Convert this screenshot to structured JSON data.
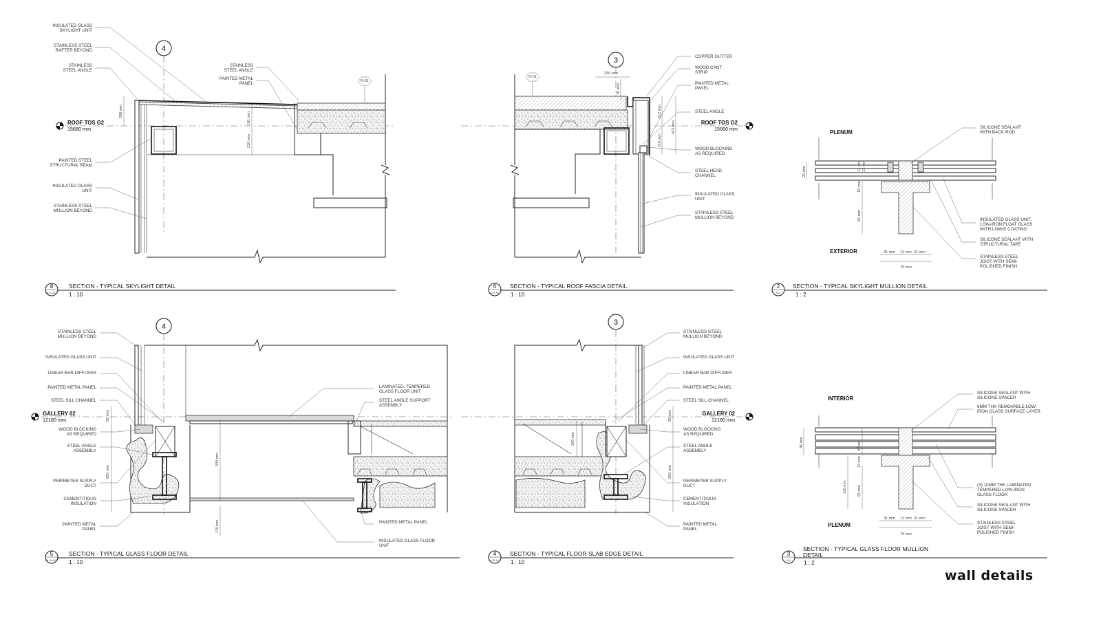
{
  "caption": "wall details",
  "levels": {
    "roof_name": "ROOF TOS G2",
    "roof_value": "15680 mm",
    "gallery_name": "GALLERY 02",
    "gallery_value": "12180 mm",
    "roof_tag": "R-01"
  },
  "grids": {
    "g4": "4",
    "g3": "3"
  },
  "details": {
    "skylight": {
      "number": "8",
      "sheet": "A1.01  A4.1",
      "title": "SECTION - TYPICAL SKYLIGHT DETAIL",
      "scale": "1 : 10"
    },
    "fascia": {
      "number": "6",
      "sheet": "A1.01  A4.1",
      "title": "SECTION - TYPICAL ROOF FASCIA DETAIL",
      "scale": "1 : 10"
    },
    "sk_mullion": {
      "number": "2",
      "sheet": "A4.1",
      "title": "SECTION - TYPICAL SKYLIGHT MULLION DETAIL",
      "scale": "1 : 2"
    },
    "glass_floor": {
      "number": "5",
      "sheet": "A1.01  A4.1",
      "title": "SECTION - TYPICAL GLASS FLOOR DETAIL",
      "scale": "1 : 10"
    },
    "slab_edge": {
      "number": "4",
      "sheet": "A1.01  A4.1",
      "title": "SECTION - TYPICAL FLOOR SLAB EDGE DETAIL",
      "scale": "1 : 10"
    },
    "gf_mullion": {
      "number": "3",
      "sheet": "A4.1",
      "title1": "SECTION - TYPICAL GLASS FLOOR MULLION",
      "title2": "DETAIL",
      "scale": "1 : 2"
    }
  },
  "zones": {
    "plenum": "PLENUM",
    "exterior": "EXTERIOR",
    "interior": "INTERIOR",
    "plenum2": "PLENUM"
  },
  "labels": {
    "skylight": [
      "INSULATED GLASS",
      "SKYLIGHT UNIT",
      "STAINLESS STEEL",
      "RAFTER BEYOND",
      "STAINLESS",
      "STEEL ANGLE",
      "PAINTED STEEL",
      "STRUCTURAL BEAM",
      "INSULATED GLASS",
      "UNIT",
      "STAINLESS STEEL",
      "MULLION BEYOND",
      "STAINLESS",
      "STEEL  ANGLE",
      "PAINTED METAL",
      "PANEL"
    ],
    "fascia": [
      "COPPER GUTTER",
      "WOOD CANT",
      "STRIP",
      "PAINTED METAL",
      "PANEL",
      "STEEL ANGLE",
      "WOOD BLOCKING",
      "AS REQUIRED",
      "STEEL  HEAD",
      "CHANNEL",
      "INSULATED GLASS",
      "UNIT",
      "STAINLESS STEEL",
      "MULLION BEYOND"
    ],
    "sk_mullion": [
      "SILICONE SEALANT",
      "WITH BACK-ROD",
      "INSULATED GLASS UNIT.",
      "LOW-IRON FLOAT GLASS",
      "WITH LOW-E COATING",
      "SILICONE SEALANT WITH",
      "STRUCTURAL TAPE",
      "STAINLESS STEEL",
      "JOIST WITH SEMI-",
      "POLISHED FINISH"
    ],
    "glass_floor_left": [
      "STAINLESS STEEL",
      "MULLION BEYOND",
      "INSULATED GLASS UNIT",
      "LINEAR BAR DIFFUSER",
      "PAINTED METAL PANEL",
      "STEEL  SILL CHANNEL",
      "WOOD BLOCKING",
      "AS REQUIRED",
      "STEEL ANGLE",
      "ASSEMBLY",
      "PERIMETER SUPPLY",
      "DUCT",
      "CEMENTITIOUS",
      "INSULATION",
      "PAINTED METAL",
      "PANEL"
    ],
    "glass_floor_right": [
      "LAMINATED, TEMPERED",
      "GLASS FLOOR UNIT",
      "STEEL ANGLE SUPPORT",
      "ASSEMBLY",
      "PAINTED METAL PANEL",
      "INSULATED GLASS FLOOR",
      "UNIT"
    ],
    "slab_edge": [
      "STAINLESS STEEL",
      "MULLION BEYOND",
      "INSULATED GLASS UNIT",
      "LINEAR BAR DIFFUSER",
      "PAINTED METAL PANEL",
      "STEEL  SILL CHANNEL",
      "WOOD BLOCKING",
      "AS REQUIRED",
      "STEEL ANGLE",
      "ASSEMBLY",
      "PERIMETER SUPPLY",
      "DUCT",
      "CEMENTITIOUS",
      "INSULATION",
      "PAINTED METAL",
      "PANEL"
    ],
    "gf_mullion": [
      "SILICONE SEALANT WITH",
      "SILICONE SPACER",
      "6MM THK REMOVABLE LOW-",
      "IRON GLASS SURFACE LAYER",
      "(3) 10MM THK LAMINATED",
      "TEMPERED LOW-IRON",
      "GLASS FLOOR",
      "SILICONE SEALANT WITH",
      "SILICONE SPACER",
      "STAINLESS STEEL",
      "JOIST WITH SEMI-",
      "POLISHED FINISH"
    ]
  },
  "dims": {
    "sk": [
      "206 mm",
      "181 mm",
      "210 mm"
    ],
    "fa": [
      "250 mm",
      "70 mm",
      "212 mm",
      "210 mm",
      "422 mm"
    ],
    "skm": [
      "25 mm",
      "13 mm",
      "13 mm",
      "18 mm",
      "66 mm",
      "31 mm",
      "13 mm",
      "31 mm",
      "75 mm"
    ],
    "gf": [
      "50 mm",
      "650 mm",
      "590 mm",
      "110 mm"
    ],
    "se": [
      "290 mm",
      "50 mm",
      "650 mm"
    ],
    "gfm": [
      "36 mm",
      "42 mm",
      "13 mm",
      "110 mm",
      "55 mm",
      "31 mm",
      "13 mm",
      "31 mm",
      "75 mm"
    ]
  }
}
